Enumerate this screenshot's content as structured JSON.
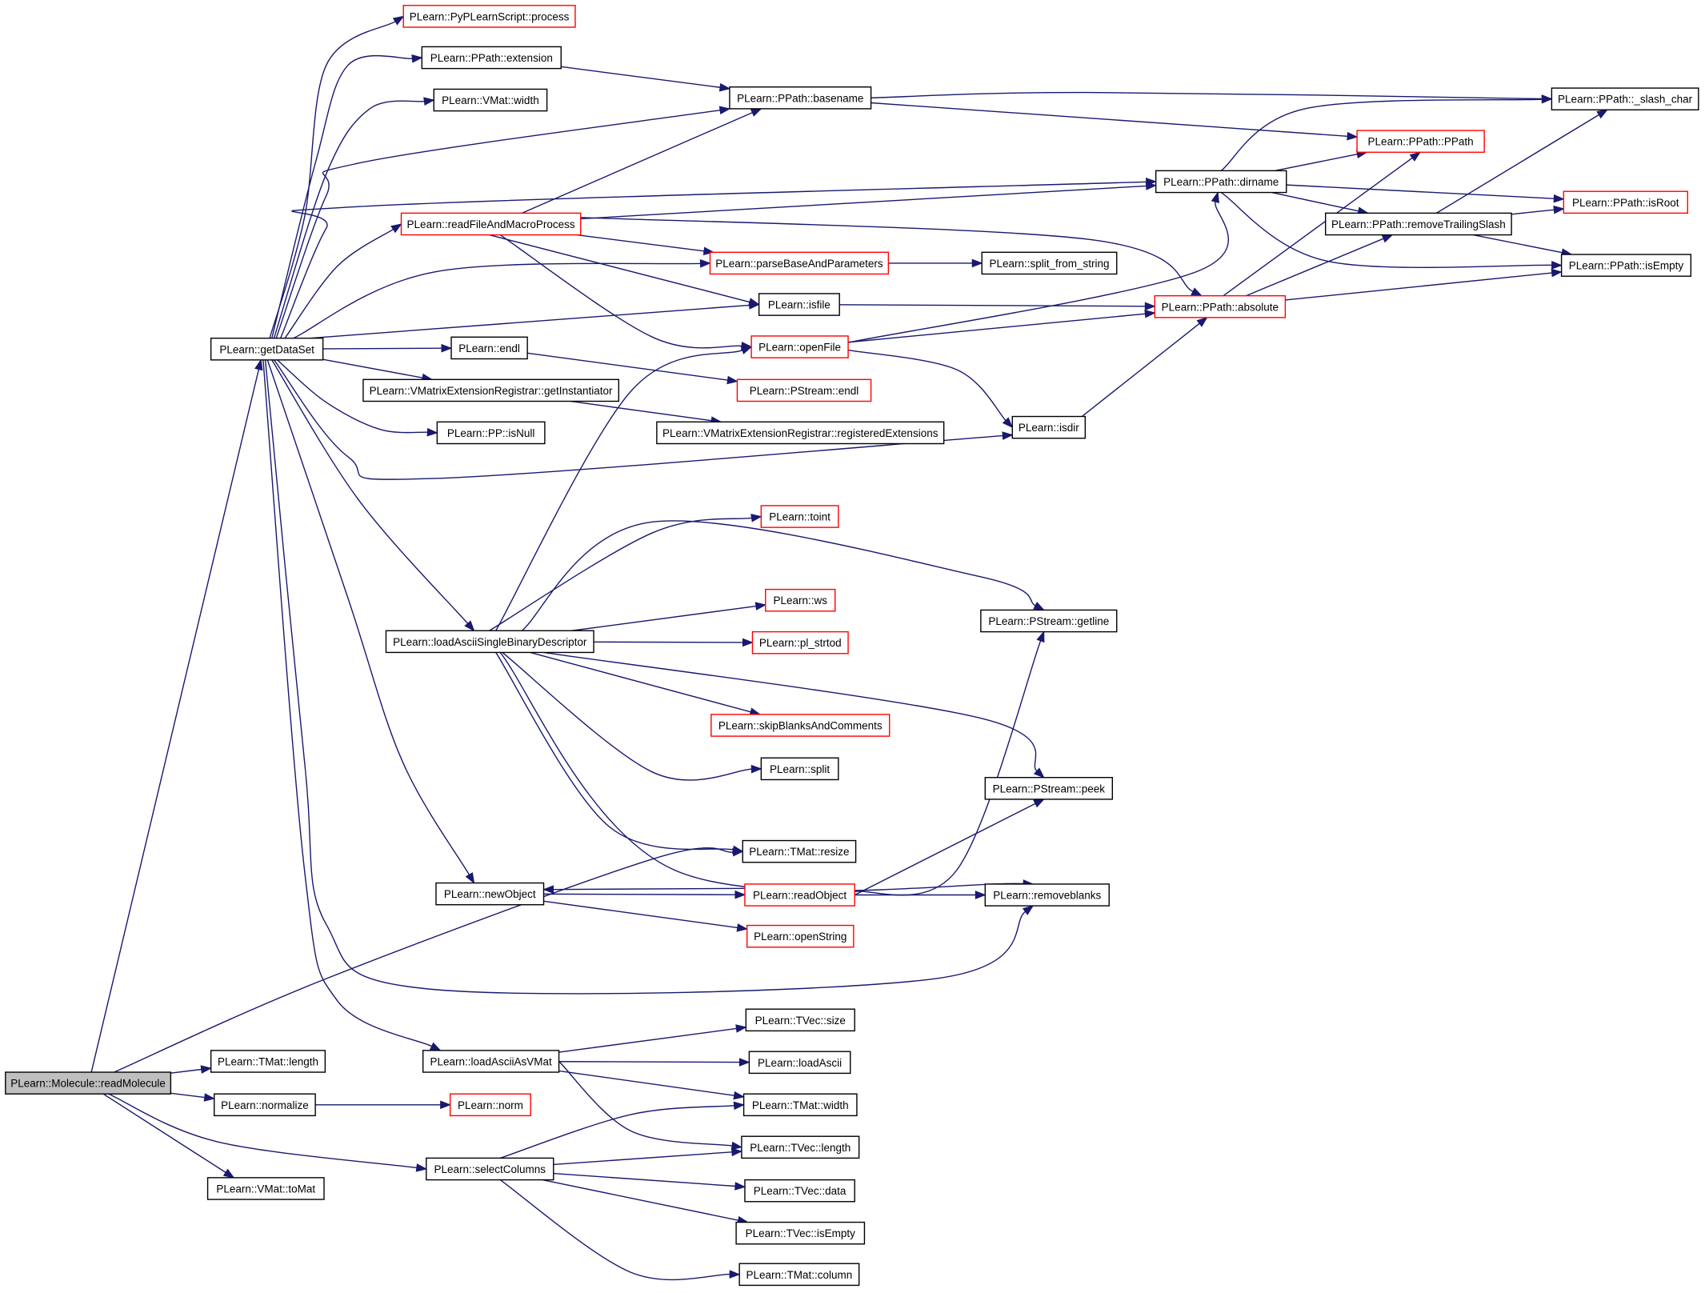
{
  "colors": {
    "edge": "#191970",
    "normal_border": "#000000",
    "truncated_border": "#ff0000",
    "root_fill": "#bfbfbf",
    "node_fill": "#ffffff"
  },
  "nodes": {
    "readMolecule": {
      "label": "PLearn::Molecule::readMolecule",
      "style": "root"
    },
    "getDataSet": {
      "label": "PLearn::getDataSet",
      "style": "normal"
    },
    "pyProcess": {
      "label": "PLearn::PyPLearnScript::process",
      "style": "truncated"
    },
    "extension": {
      "label": "PLearn::PPath::extension",
      "style": "normal"
    },
    "vmatWidth": {
      "label": "PLearn::VMat::width",
      "style": "normal"
    },
    "basename": {
      "label": "PLearn::PPath::basename",
      "style": "normal"
    },
    "slashChar": {
      "label": "PLearn::PPath::_slash_char",
      "style": "normal"
    },
    "ppathCtor": {
      "label": "PLearn::PPath::PPath",
      "style": "truncated"
    },
    "dirname": {
      "label": "PLearn::PPath::dirname",
      "style": "normal"
    },
    "isRoot": {
      "label": "PLearn::PPath::isRoot",
      "style": "truncated"
    },
    "readFileAndMacro": {
      "label": "PLearn::readFileAndMacroProcess",
      "style": "truncated"
    },
    "removeTrailing": {
      "label": "PLearn::PPath::removeTrailingSlash",
      "style": "normal"
    },
    "parseBase": {
      "label": "PLearn::parseBaseAndParameters",
      "style": "truncated"
    },
    "splitFromString": {
      "label": "PLearn::split_from_string",
      "style": "normal"
    },
    "ppathIsEmpty": {
      "label": "PLearn::PPath::isEmpty",
      "style": "normal"
    },
    "isfile": {
      "label": "PLearn::isfile",
      "style": "normal"
    },
    "absolute": {
      "label": "PLearn::PPath::absolute",
      "style": "truncated"
    },
    "endl": {
      "label": "PLearn::endl",
      "style": "normal"
    },
    "openFile": {
      "label": "PLearn::openFile",
      "style": "truncated"
    },
    "pstreamEndl": {
      "label": "PLearn::PStream::endl",
      "style": "truncated"
    },
    "getInstantiator": {
      "label": "PLearn::VMatrixExtensionRegistrar::getInstantiator",
      "style": "normal"
    },
    "isdir": {
      "label": "PLearn::isdir",
      "style": "normal"
    },
    "isNull": {
      "label": "PLearn::PP::isNull",
      "style": "normal"
    },
    "registeredExt": {
      "label": "PLearn::VMatrixExtensionRegistrar::registeredExtensions",
      "style": "normal"
    },
    "toint": {
      "label": "PLearn::toint",
      "style": "truncated"
    },
    "ws": {
      "label": "PLearn::ws",
      "style": "truncated"
    },
    "getline": {
      "label": "PLearn::PStream::getline",
      "style": "normal"
    },
    "loadAsciiSingle": {
      "label": "PLearn::loadAsciiSingleBinaryDescriptor",
      "style": "normal"
    },
    "plStrtod": {
      "label": "PLearn::pl_strtod",
      "style": "truncated"
    },
    "skipBlanks": {
      "label": "PLearn::skipBlanksAndComments",
      "style": "truncated"
    },
    "split": {
      "label": "PLearn::split",
      "style": "normal"
    },
    "peek": {
      "label": "PLearn::PStream::peek",
      "style": "normal"
    },
    "tmatResize": {
      "label": "PLearn::TMat::resize",
      "style": "normal"
    },
    "newObject": {
      "label": "PLearn::newObject",
      "style": "normal"
    },
    "readObject": {
      "label": "PLearn::readObject",
      "style": "truncated"
    },
    "removeblanks": {
      "label": "PLearn::removeblanks",
      "style": "normal"
    },
    "openString": {
      "label": "PLearn::openString",
      "style": "truncated"
    },
    "tvecSize": {
      "label": "PLearn::TVec::size",
      "style": "normal"
    },
    "tmatLength": {
      "label": "PLearn::TMat::length",
      "style": "normal"
    },
    "loadAsciiAsVMat": {
      "label": "PLearn::loadAsciiAsVMat",
      "style": "normal"
    },
    "loadAscii": {
      "label": "PLearn::loadAscii",
      "style": "normal"
    },
    "normalize": {
      "label": "PLearn::normalize",
      "style": "normal"
    },
    "norm": {
      "label": "PLearn::norm",
      "style": "truncated"
    },
    "tmatWidth": {
      "label": "PLearn::TMat::width",
      "style": "normal"
    },
    "tvecLength": {
      "label": "PLearn::TVec::length",
      "style": "normal"
    },
    "selectColumns": {
      "label": "PLearn::selectColumns",
      "style": "normal"
    },
    "tvecData": {
      "label": "PLearn::TVec::data",
      "style": "normal"
    },
    "vmatToMat": {
      "label": "PLearn::VMat::toMat",
      "style": "normal"
    },
    "tvecIsEmpty": {
      "label": "PLearn::TVec::isEmpty",
      "style": "normal"
    },
    "tmatColumn": {
      "label": "PLearn::TMat::column",
      "style": "normal"
    }
  },
  "edges": [
    [
      "readMolecule",
      "getDataSet"
    ],
    [
      "readMolecule",
      "tmatResize"
    ],
    [
      "readMolecule",
      "tmatLength"
    ],
    [
      "readMolecule",
      "normalize"
    ],
    [
      "readMolecule",
      "selectColumns"
    ],
    [
      "readMolecule",
      "vmatToMat"
    ],
    [
      "getDataSet",
      "pyProcess"
    ],
    [
      "getDataSet",
      "extension"
    ],
    [
      "getDataSet",
      "vmatWidth"
    ],
    [
      "getDataSet",
      "basename"
    ],
    [
      "getDataSet",
      "dirname"
    ],
    [
      "getDataSet",
      "readFileAndMacro"
    ],
    [
      "getDataSet",
      "parseBase"
    ],
    [
      "getDataSet",
      "isfile"
    ],
    [
      "getDataSet",
      "endl"
    ],
    [
      "getDataSet",
      "getInstantiator"
    ],
    [
      "getDataSet",
      "isNull"
    ],
    [
      "getDataSet",
      "isdir"
    ],
    [
      "getDataSet",
      "loadAsciiSingle"
    ],
    [
      "getDataSet",
      "newObject"
    ],
    [
      "getDataSet",
      "removeblanks"
    ],
    [
      "getDataSet",
      "loadAsciiAsVMat"
    ],
    [
      "extension",
      "basename"
    ],
    [
      "basename",
      "slashChar"
    ],
    [
      "basename",
      "ppathCtor"
    ],
    [
      "dirname",
      "slashChar"
    ],
    [
      "dirname",
      "ppathCtor"
    ],
    [
      "dirname",
      "isRoot"
    ],
    [
      "dirname",
      "removeTrailing"
    ],
    [
      "dirname",
      "ppathIsEmpty"
    ],
    [
      "readFileAndMacro",
      "basename"
    ],
    [
      "readFileAndMacro",
      "dirname"
    ],
    [
      "readFileAndMacro",
      "parseBase"
    ],
    [
      "readFileAndMacro",
      "absolute"
    ],
    [
      "readFileAndMacro",
      "isfile"
    ],
    [
      "readFileAndMacro",
      "openFile"
    ],
    [
      "parseBase",
      "splitFromString"
    ],
    [
      "isfile",
      "absolute"
    ],
    [
      "removeTrailing",
      "slashChar"
    ],
    [
      "removeTrailing",
      "isRoot"
    ],
    [
      "removeTrailing",
      "ppathIsEmpty"
    ],
    [
      "absolute",
      "ppathCtor"
    ],
    [
      "absolute",
      "removeTrailing"
    ],
    [
      "absolute",
      "ppathIsEmpty"
    ],
    [
      "openFile",
      "dirname"
    ],
    [
      "openFile",
      "absolute"
    ],
    [
      "openFile",
      "isdir"
    ],
    [
      "endl",
      "pstreamEndl"
    ],
    [
      "getInstantiator",
      "registeredExt"
    ],
    [
      "isdir",
      "absolute"
    ],
    [
      "loadAsciiSingle",
      "openFile"
    ],
    [
      "loadAsciiSingle",
      "toint"
    ],
    [
      "loadAsciiSingle",
      "getline"
    ],
    [
      "loadAsciiSingle",
      "ws"
    ],
    [
      "loadAsciiSingle",
      "plStrtod"
    ],
    [
      "loadAsciiSingle",
      "skipBlanks"
    ],
    [
      "loadAsciiSingle",
      "split"
    ],
    [
      "loadAsciiSingle",
      "peek"
    ],
    [
      "loadAsciiSingle",
      "tmatResize"
    ],
    [
      "loadAsciiSingle",
      "removeblanks"
    ],
    [
      "newObject",
      "readObject"
    ],
    [
      "newObject",
      "openString"
    ],
    [
      "readObject",
      "newObject"
    ],
    [
      "readObject",
      "getline"
    ],
    [
      "readObject",
      "peek"
    ],
    [
      "readObject",
      "removeblanks"
    ],
    [
      "loadAsciiAsVMat",
      "tvecSize"
    ],
    [
      "loadAsciiAsVMat",
      "loadAscii"
    ],
    [
      "loadAsciiAsVMat",
      "tmatWidth"
    ],
    [
      "loadAsciiAsVMat",
      "tvecLength"
    ],
    [
      "normalize",
      "norm"
    ],
    [
      "selectColumns",
      "tmatWidth"
    ],
    [
      "selectColumns",
      "tvecLength"
    ],
    [
      "selectColumns",
      "tvecData"
    ],
    [
      "selectColumns",
      "tvecIsEmpty"
    ],
    [
      "selectColumns",
      "tmatColumn"
    ]
  ]
}
